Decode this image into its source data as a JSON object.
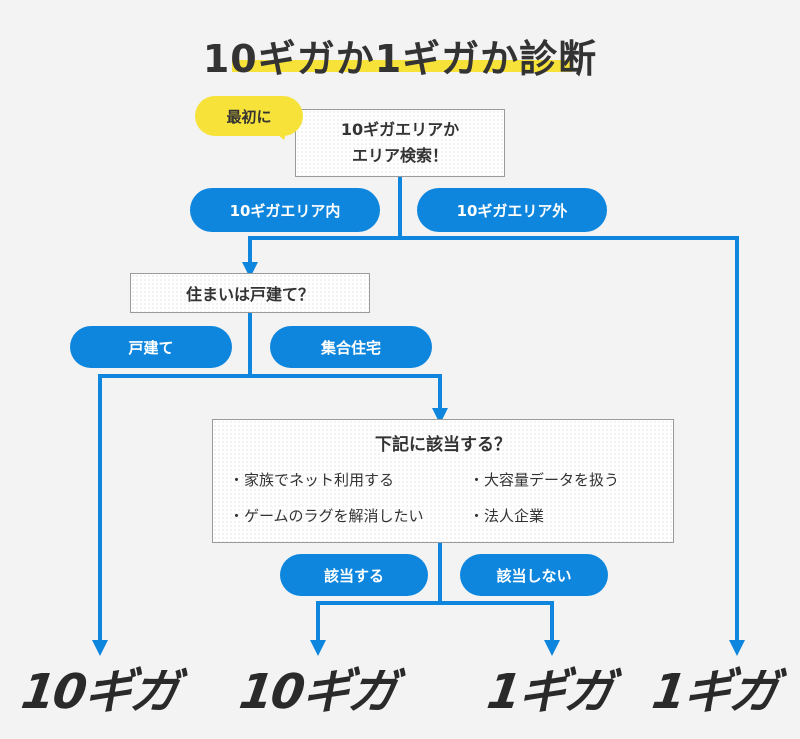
{
  "title": "10ギガか1ギガか診断",
  "start_label": "最初に",
  "questions": {
    "area_line1": "10ギガエリアか",
    "area_line2": "エリア検索！",
    "house": "住まいは戸建て？",
    "conditions": "下記に該当する？"
  },
  "conditions_items": [
    "・家族でネット利用する",
    "・大容量データを扱う",
    "・ゲームのラグを解消したい",
    "・法人企業"
  ],
  "answers": {
    "in_area": "10ギガエリア内",
    "out_area": "10ギガエリア外",
    "detached": "戸建て",
    "apartment": "集合住宅",
    "applies": "該当する",
    "not_applies": "該当しない"
  },
  "results": [
    "10ギガ",
    "10ギガ",
    "1ギガ",
    "1ギガ"
  ],
  "colors": {
    "accent_blue": "#0e86dd",
    "highlight_yellow": "#f7e23a",
    "background": "#f3f3f3"
  }
}
